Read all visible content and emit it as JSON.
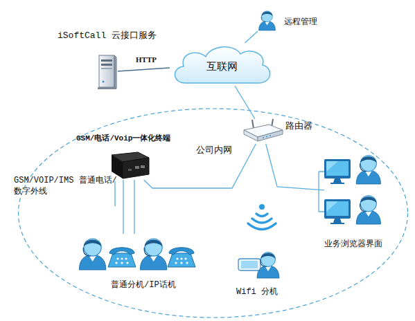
{
  "diagram": {
    "nodes": [
      {
        "text": [
          "iSoftCall 云接口服务"
        ]
      },
      {
        "text": [
          "远程管理"
        ]
      },
      {
        "text": [
          "互联网"
        ]
      },
      {
        "text": [
          "公司内网"
        ]
      },
      {
        "text": [
          "路由器"
        ],
        "in": 3
      },
      {
        "text": [
          "GSM/电话/Voip一体化终端"
        ],
        "in": 3
      },
      {
        "text": [
          "业务浏览器界面"
        ],
        "in": 3
      },
      {
        "text": [
          "普通分机/IP话机"
        ],
        "in": 3
      },
      {
        "text": [
          "Wifi 分机"
        ],
        "in": 3
      }
    ],
    "edges": [
      {
        "from": 0,
        "to": 2,
        "label": "HTTP",
        "arrow": "none"
      },
      {
        "from": 1,
        "to": 2,
        "arrow": "none"
      },
      {
        "from": 2,
        "to": 4,
        "arrow": "none"
      },
      {
        "from": 4,
        "to": 5,
        "arrow": "none"
      },
      {
        "from": 4,
        "to": 6,
        "arrow": "none"
      },
      {
        "from": 5,
        "to": 7,
        "arrow": "none"
      }
    ],
    "labels": [
      "GSM/VOIP/IMS 普通电话/数字外线"
    ]
  }
}
